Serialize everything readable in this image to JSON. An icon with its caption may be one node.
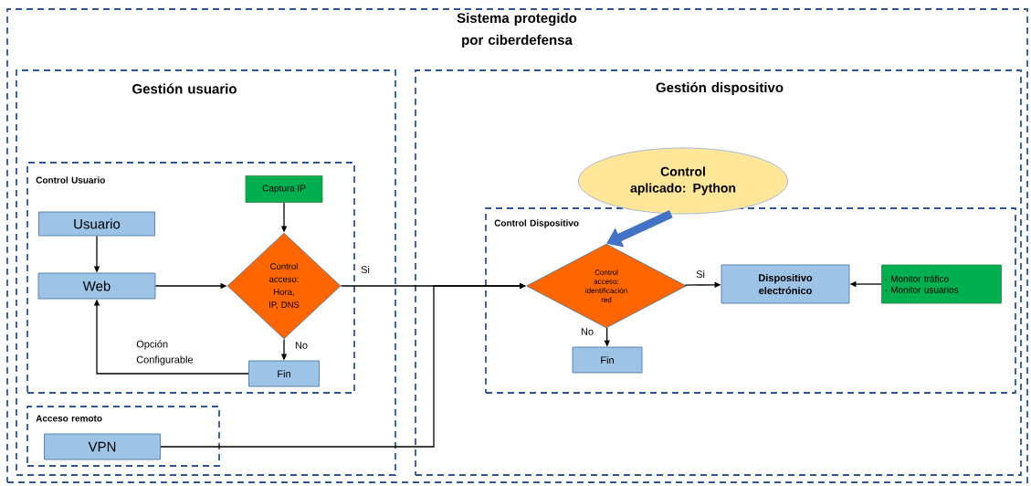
{
  "diagram": {
    "nodes": [
      {
        "text": [
          "Sistema protegido por ciberdefensa"
        ]
      },
      {
        "text": [
          "Gestión usuario"
        ],
        "in": 0
      },
      {
        "text": [
          "Gestión dispositivo"
        ],
        "in": 0
      },
      {
        "text": [
          "Control Usuario"
        ],
        "in": 1
      },
      {
        "text": [
          "Acceso remoto"
        ],
        "in": 1
      },
      {
        "text": [
          "Usuario"
        ],
        "in": 3
      },
      {
        "text": [
          "Web"
        ],
        "in": 3
      },
      {
        "text": [
          "Captura IP"
        ],
        "in": 3
      },
      {
        "text": [
          "Control acceso: Hora, IP, DNS"
        ],
        "in": 3
      },
      {
        "text": [
          "Fin"
        ],
        "in": 3
      },
      {
        "text": [
          "VPN"
        ],
        "in": 4
      },
      {
        "text": [
          "Control Dispositivo"
        ],
        "in": 2
      },
      {
        "text": [
          "Control aplicado: Python"
        ],
        "in": 2
      },
      {
        "text": [
          "Control acceso: identificación red"
        ],
        "in": 11
      },
      {
        "text": [
          "Dispositivo electrónico"
        ],
        "in": 11
      },
      {
        "text": [
          "- Monitor tráfico",
          "- Monitor usuarios"
        ],
        "in": 11
      },
      {
        "text": [
          "Fin"
        ],
        "in": 11
      }
    ],
    "edges": [
      {
        "from": 5,
        "to": 6,
        "arrow": "to"
      },
      {
        "from": 7,
        "to": 8,
        "arrow": "to"
      },
      {
        "from": 6,
        "to": 8,
        "arrow": "to"
      },
      {
        "from": 8,
        "to": 9,
        "arrow": "to",
        "label": "No"
      },
      {
        "from": 9,
        "to": 6,
        "arrow": "to",
        "label": "Opción Configurable"
      },
      {
        "from": 8,
        "to": 13,
        "arrow": "to",
        "label": "Si"
      },
      {
        "from": 10,
        "to": 13,
        "arrow": "to"
      },
      {
        "from": 13,
        "to": 14,
        "arrow": "to",
        "label": "Si"
      },
      {
        "from": 13,
        "to": 16,
        "arrow": "to",
        "label": "No"
      },
      {
        "from": 15,
        "to": 14,
        "arrow": "to"
      },
      {
        "from": 12,
        "to": 13,
        "arrow": "to",
        "style": "thick",
        "color": "#4472c4"
      }
    ]
  }
}
